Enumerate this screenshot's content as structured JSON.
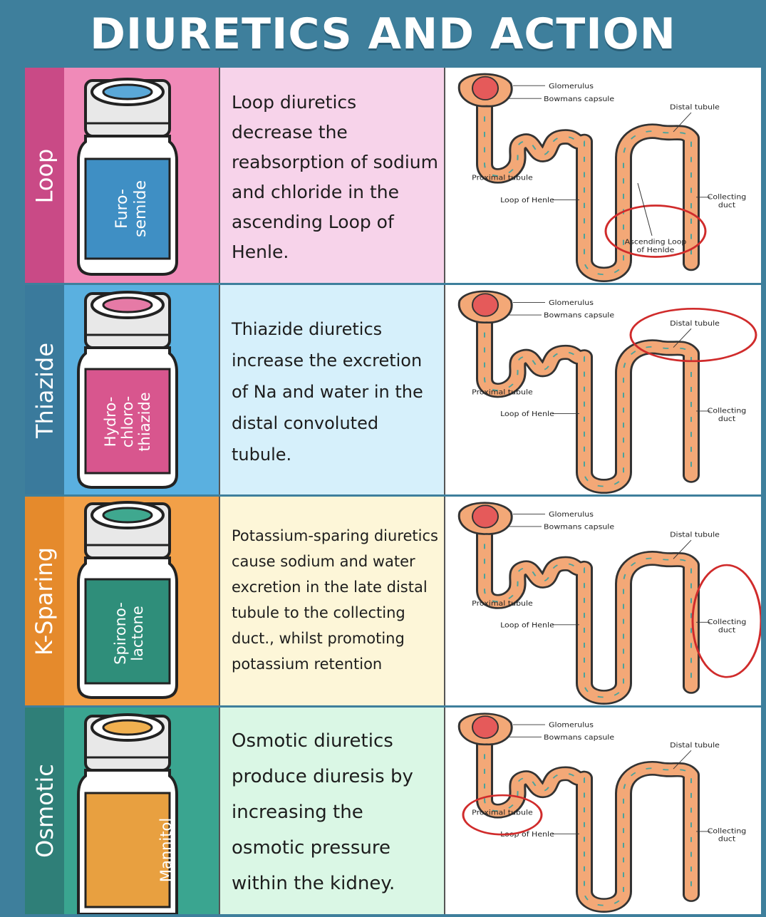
{
  "title": "DIURETICS AND ACTION",
  "labels": {
    "glomerulus": "Glomerulus",
    "bowmans": "Bowmans capsule",
    "distal": "Distal tubule",
    "proximal": "Proximal tubule",
    "loop": "Loop of Henle",
    "collecting_1": "Collecting",
    "collecting_2": "duct",
    "ascending_1": "Ascending Loop",
    "ascending_2": "of Henlde"
  },
  "rows": [
    {
      "category": "Loop",
      "drug_lines": [
        "Furo-",
        "semide"
      ],
      "description": "Loop diuretics decrease the reabsorption of sodium and chloride in the ascending Loop of Henle.",
      "colors": {
        "tab": "#c94a86",
        "bottle_bg": "#f08ab8",
        "label": "#3f8fc4",
        "cap_inner": "#5aa8d8",
        "desc_bg": "#f7d3ea"
      },
      "highlight": "ascending-loop"
    },
    {
      "category": "Thiazide",
      "drug_lines": [
        "Hydro-",
        "chloro-",
        "thiazide"
      ],
      "description": "Thiazide diuretics increase the excretion of Na and water in the distal convoluted tubule.",
      "colors": {
        "tab": "#3a7a9c",
        "bottle_bg": "#5ab0e0",
        "label": "#d8568e",
        "cap_inner": "#e67aa6",
        "desc_bg": "#d6f0fb"
      },
      "highlight": "distal-tubule"
    },
    {
      "category": "K-Sparing",
      "drug_lines": [
        "Spirono-",
        "lactone"
      ],
      "description": "Potassium-sparing diuretics cause sodium and water excretion in the late distal tubule to the collecting duct., whilst promoting potassium retention",
      "colors": {
        "tab": "#e58a2c",
        "bottle_bg": "#f2a048",
        "label": "#2f8e7a",
        "cap_inner": "#3fa88f",
        "desc_bg": "#fdf6d8"
      },
      "highlight": "collecting-duct"
    },
    {
      "category": "Osmotic",
      "drug_lines": [
        "Mannitol"
      ],
      "description": "Osmotic diuretics produce diuresis by increasing the osmotic pressure within the kidney.",
      "colors": {
        "tab": "#2f7f78",
        "bottle_bg": "#3aa590",
        "label": "#e8a040",
        "cap_inner": "#f0b050",
        "desc_bg": "#daf7e5"
      },
      "highlight": "proximal-tubule"
    }
  ]
}
